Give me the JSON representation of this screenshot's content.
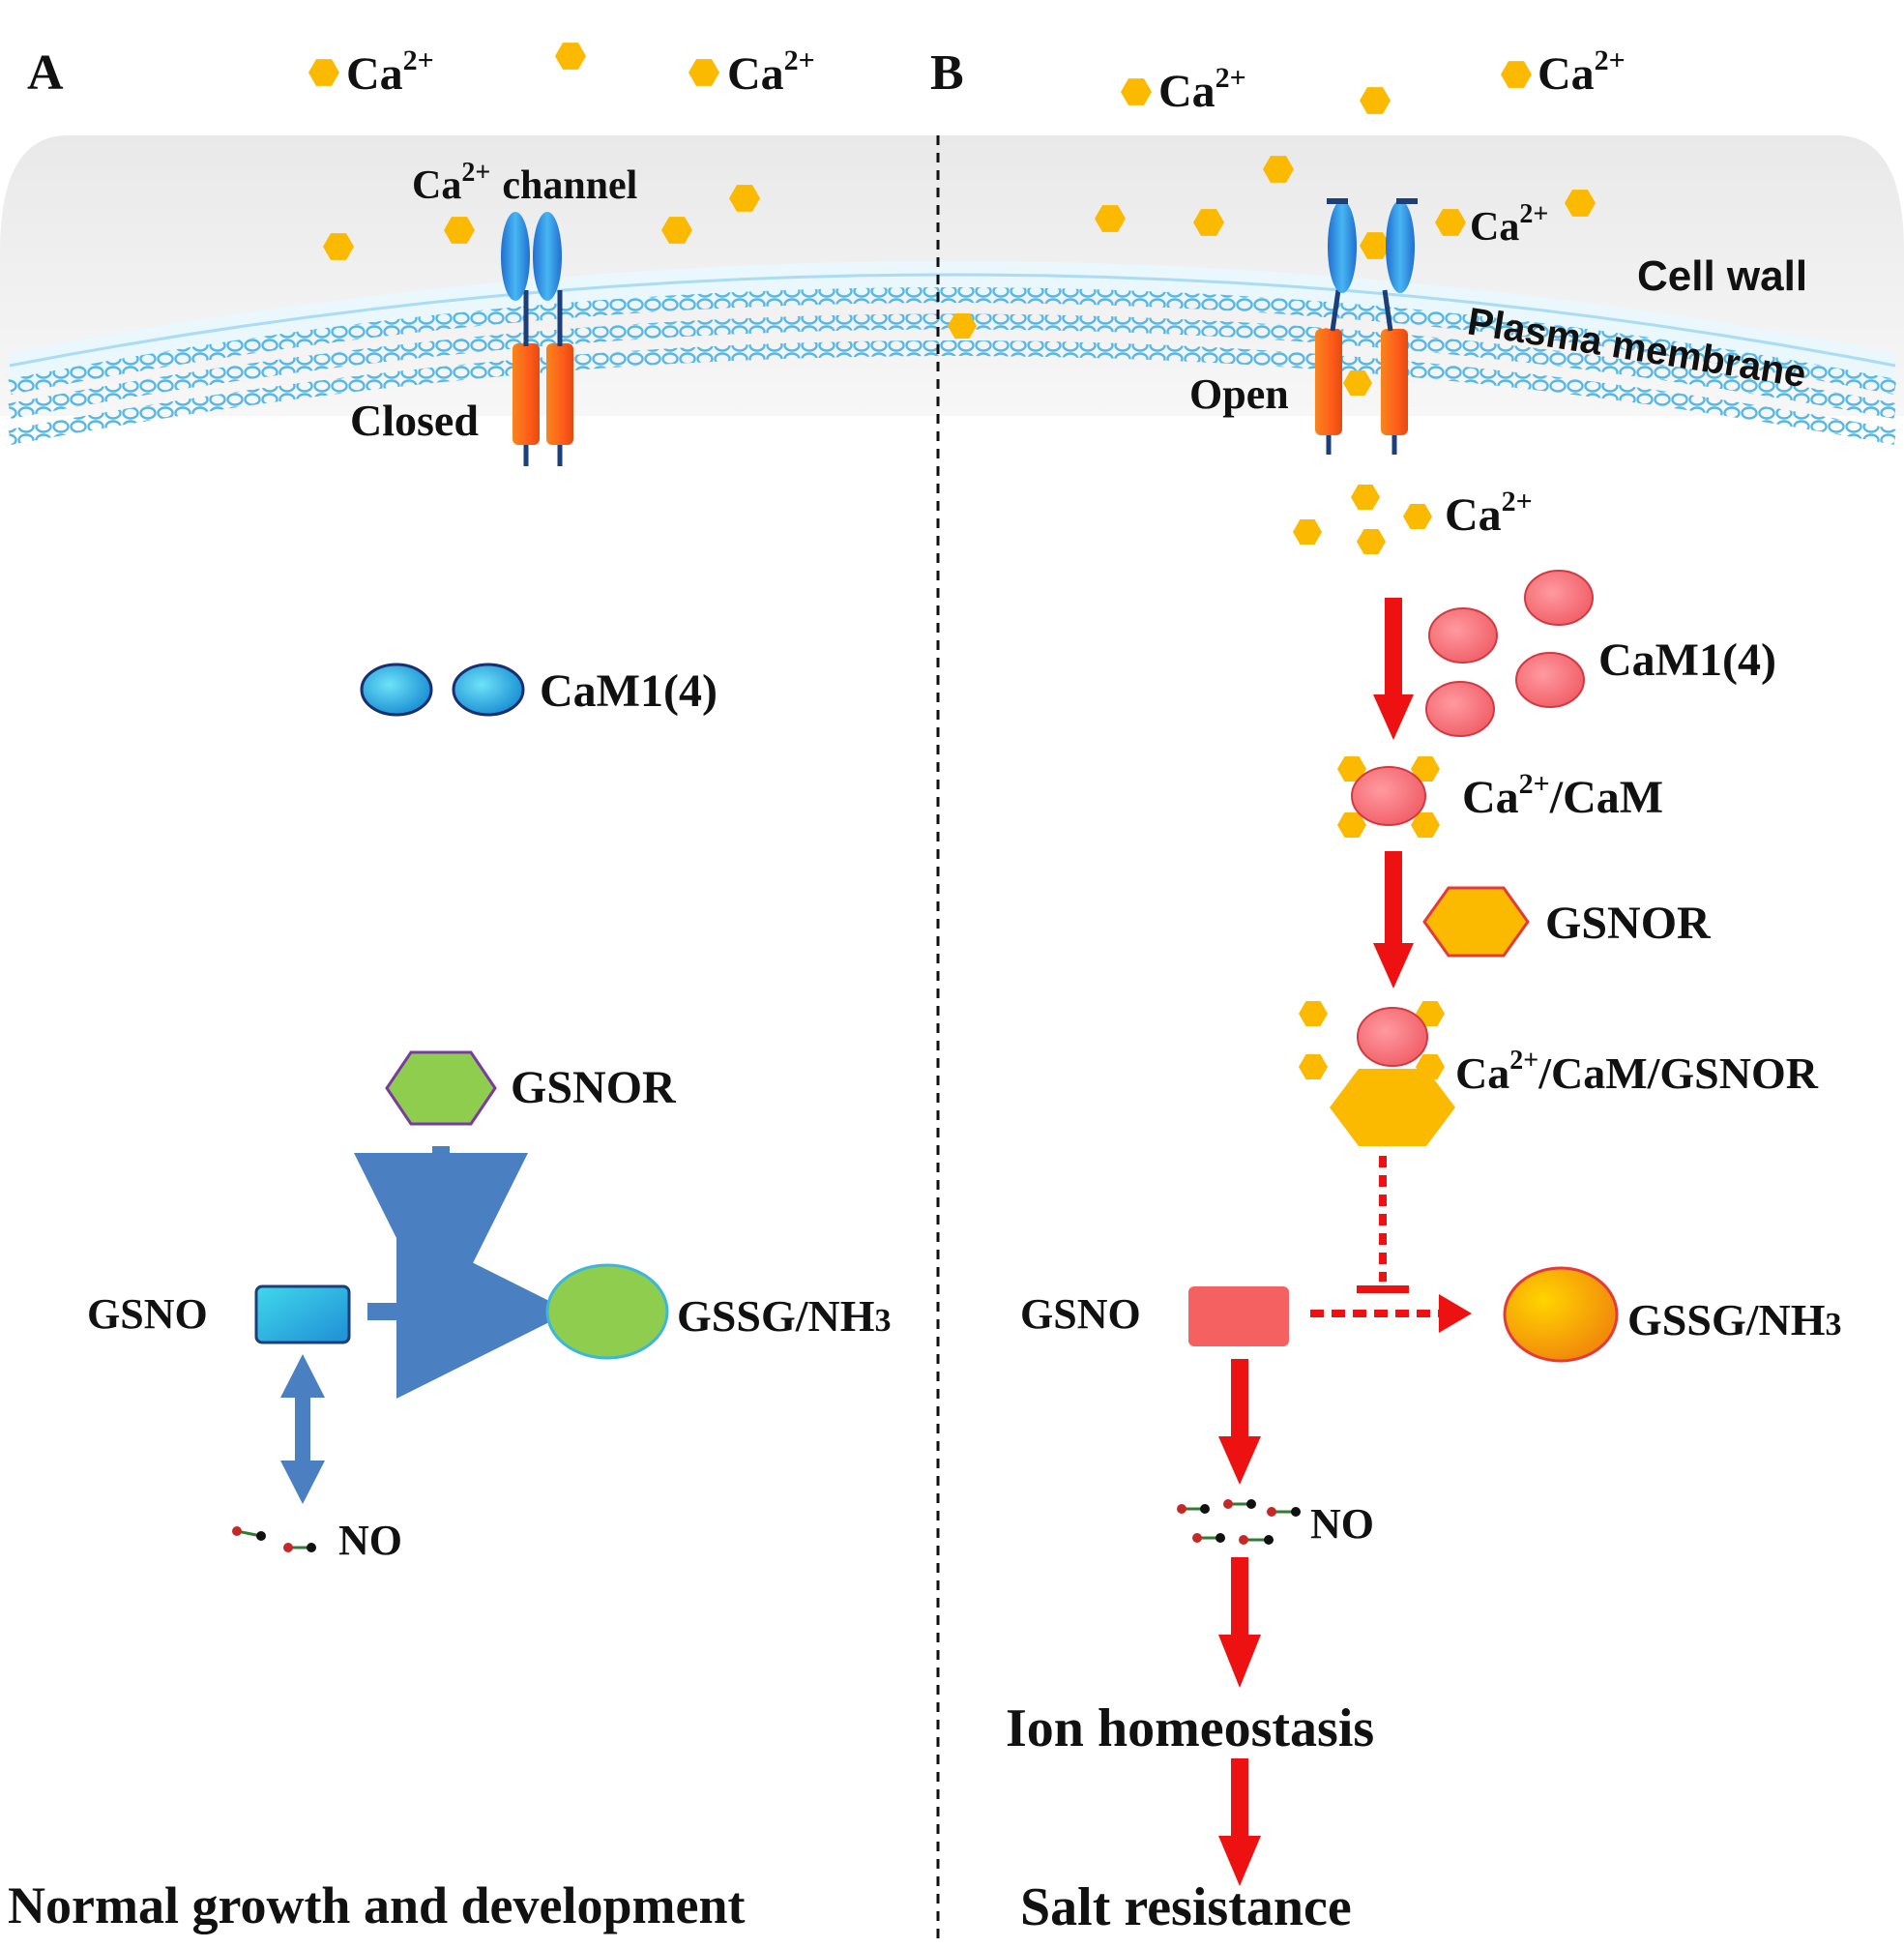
{
  "labels": {
    "ca": "Ca",
    "ca_charge": "2+"
  },
  "colors": {
    "calcium": "#fbb900",
    "normal_arrow": "#4a7fc1",
    "salt_arrow": "#ee1111"
  },
  "panels": {
    "a": {
      "letter": "A",
      "channel_label": "channel",
      "closed_label": "Closed",
      "cam_label": "CaM1(4)",
      "gsnor": "GSNOR",
      "gsno": "GSNO",
      "gssg": "GSSG/NH",
      "gssg_sub": "3",
      "no": "NO",
      "outcome": "Normal growth and development"
    },
    "b": {
      "letter": "B",
      "open_label": "Open",
      "cell_wall_label": "Cell wall",
      "membrane_label": "Plasma membrane",
      "cam_label": "CaM1(4)",
      "cam_suffix": "/CaM",
      "gsnor": "GSNOR",
      "complex_suffix": "/CaM/GSNOR",
      "gsno": "GSNO",
      "gssg": "GSSG/NH",
      "gssg_sub": "3",
      "no": "NO",
      "ion": "Ion homeostasis",
      "outcome": "Salt resistance"
    }
  }
}
